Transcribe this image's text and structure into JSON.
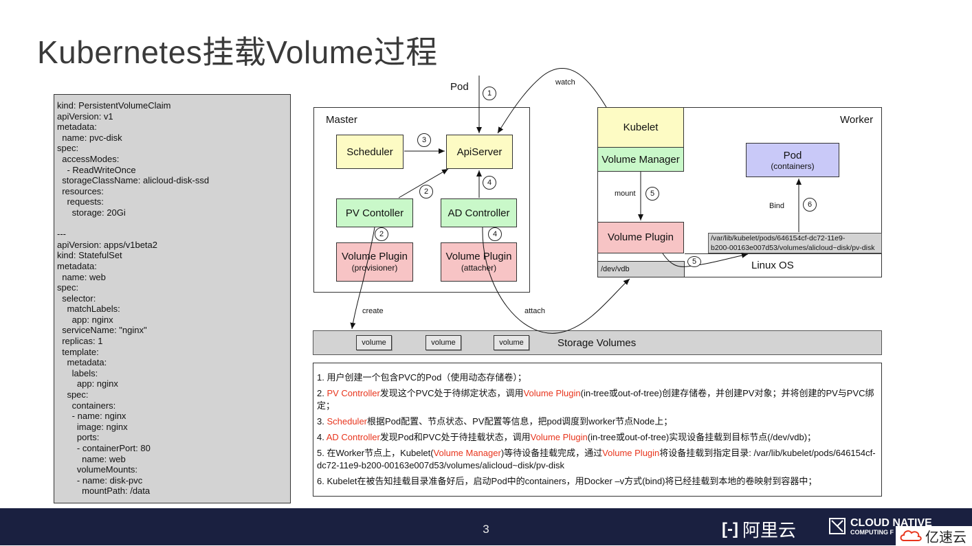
{
  "slide": {
    "title": "Kubernetes挂载Volume过程",
    "page_number": "3"
  },
  "yaml_text": "kind: PersistentVolumeClaim\napiVersion: v1\nmetadata:\n  name: pvc-disk\nspec:\n  accessModes:\n    - ReadWriteOnce\n  storageClassName: alicloud-disk-ssd\n  resources:\n    requests:\n      storage: 20Gi\n\n---\napiVersion: apps/v1beta2\nkind: StatefulSet\nmetadata:\n  name: web\nspec:\n  selector:\n    matchLabels:\n      app: nginx\n  serviceName: \"nginx\"\n  replicas: 1\n  template:\n    metadata:\n      labels:\n        app: nginx\n    spec:\n      containers:\n      - name: nginx\n        image: nginx\n        ports:\n        - containerPort: 80\n          name: web\n        volumeMounts:\n        - name: disk-pvc\n          mountPath: /data",
  "diagram": {
    "pod_top": "Pod",
    "master": "Master",
    "worker": "Worker",
    "scheduler": "Scheduler",
    "apiserver": "ApiServer",
    "pv_controller": "PV Contoller",
    "ad_controller": "AD Controller",
    "vp_provisioner": {
      "title": "Volume Plugin",
      "sub": "(provisioner)"
    },
    "vp_attacher": {
      "title": "Volume Plugin",
      "sub": "(attacher)"
    },
    "kubelet": "Kubelet",
    "volume_manager": "Volume Manager",
    "volume_plugin_worker": "Volume Plugin",
    "pod_worker": {
      "title": "Pod",
      "sub": "(containers)"
    },
    "watch": "watch",
    "mount": "mount",
    "bind": "Bind",
    "create": "create",
    "attach": "attach",
    "pod_path": "/var/lib/kubelet/pods/646154cf-dc72-11e9-\nb200-00163e007d53/volumes/alicloud~disk/pv-disk",
    "dev_vdb": "/dev/vdb",
    "linux_os": "Linux OS",
    "storage_volumes": "Storage Volumes",
    "volumes": [
      "volume",
      "volume",
      "volume"
    ],
    "steps_numbers": {
      "n1": "1",
      "n2a": "2",
      "n2b": "2",
      "n3": "3",
      "n4a": "4",
      "n4b": "4",
      "n5a": "5",
      "n5b": "5",
      "n6": "6"
    }
  },
  "steps": {
    "s1": "1. 用户创建一个包含PVC的Pod（使用动态存储卷）；",
    "s2": {
      "a": "2. ",
      "b": "PV Controller",
      "c": "发现这个PVC处于待绑定状态，调用",
      "d": "Volume Plugin",
      "e": "(in-tree或out-of-tree)创建存储卷，并创建PV对象；并将创建的PV与PVC绑定；"
    },
    "s3": {
      "a": "3. ",
      "b": "Scheduler",
      "c": "根据Pod配置、节点状态、PV配置等信息，把pod调度到worker节点Node上；"
    },
    "s4": {
      "a": "4. ",
      "b": "AD Controller",
      "c": "发现Pod和PVC处于待挂载状态，调用",
      "d": "Volume Plugin",
      "e": "(in-tree或out-of-tree)实现设备挂载到目标节点(/dev/vdb)；"
    },
    "s5": {
      "a": "5. 在Worker节点上，Kubelet(",
      "b": "Volume Manager",
      "c": ")等待设备挂载完成，通过",
      "d": "Volume Plugin",
      "e": "将设备挂载到指定目录: /var/lib/kubelet/pods/646154cf-dc72-11e9-b200-00163e007d53/volumes/alicloud~disk/pv-disk"
    },
    "s6": "6. Kubelet在被告知挂载目录准备好后，启动Pod中的containers，用Docker –v方式(bind)将已经挂载到本地的卷映射到容器中；"
  },
  "footer": {
    "alibaba_cloud": "阿里云",
    "cloud_native_1": "CLOUD NATIVE",
    "cloud_native_2": "COMPUTING F",
    "yisu": "亿速云"
  },
  "colors": {
    "yellow": "#fdfbc4",
    "green": "#c9f8c9",
    "pink": "#f7c4c5",
    "blue": "#c9c9f8",
    "highlight_red": "#e8341c",
    "footer_bg": "#1a2040"
  }
}
